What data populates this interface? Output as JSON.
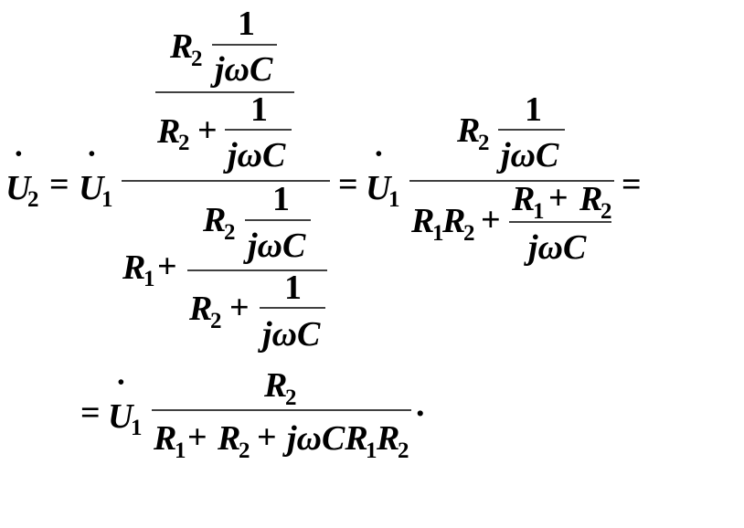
{
  "symbols": {
    "voltage": "U",
    "resistor": "R",
    "imaginary_unit": "j",
    "omega": "ω",
    "capacitance": "C",
    "one": "1",
    "equals": "=",
    "plus": "+",
    "period": ".",
    "dot_accent": "˙",
    "sub_1": "1",
    "sub_2": "2"
  },
  "terms": {
    "j_omega_c": "jωC",
    "j_omega_c_r": "jωCR"
  }
}
